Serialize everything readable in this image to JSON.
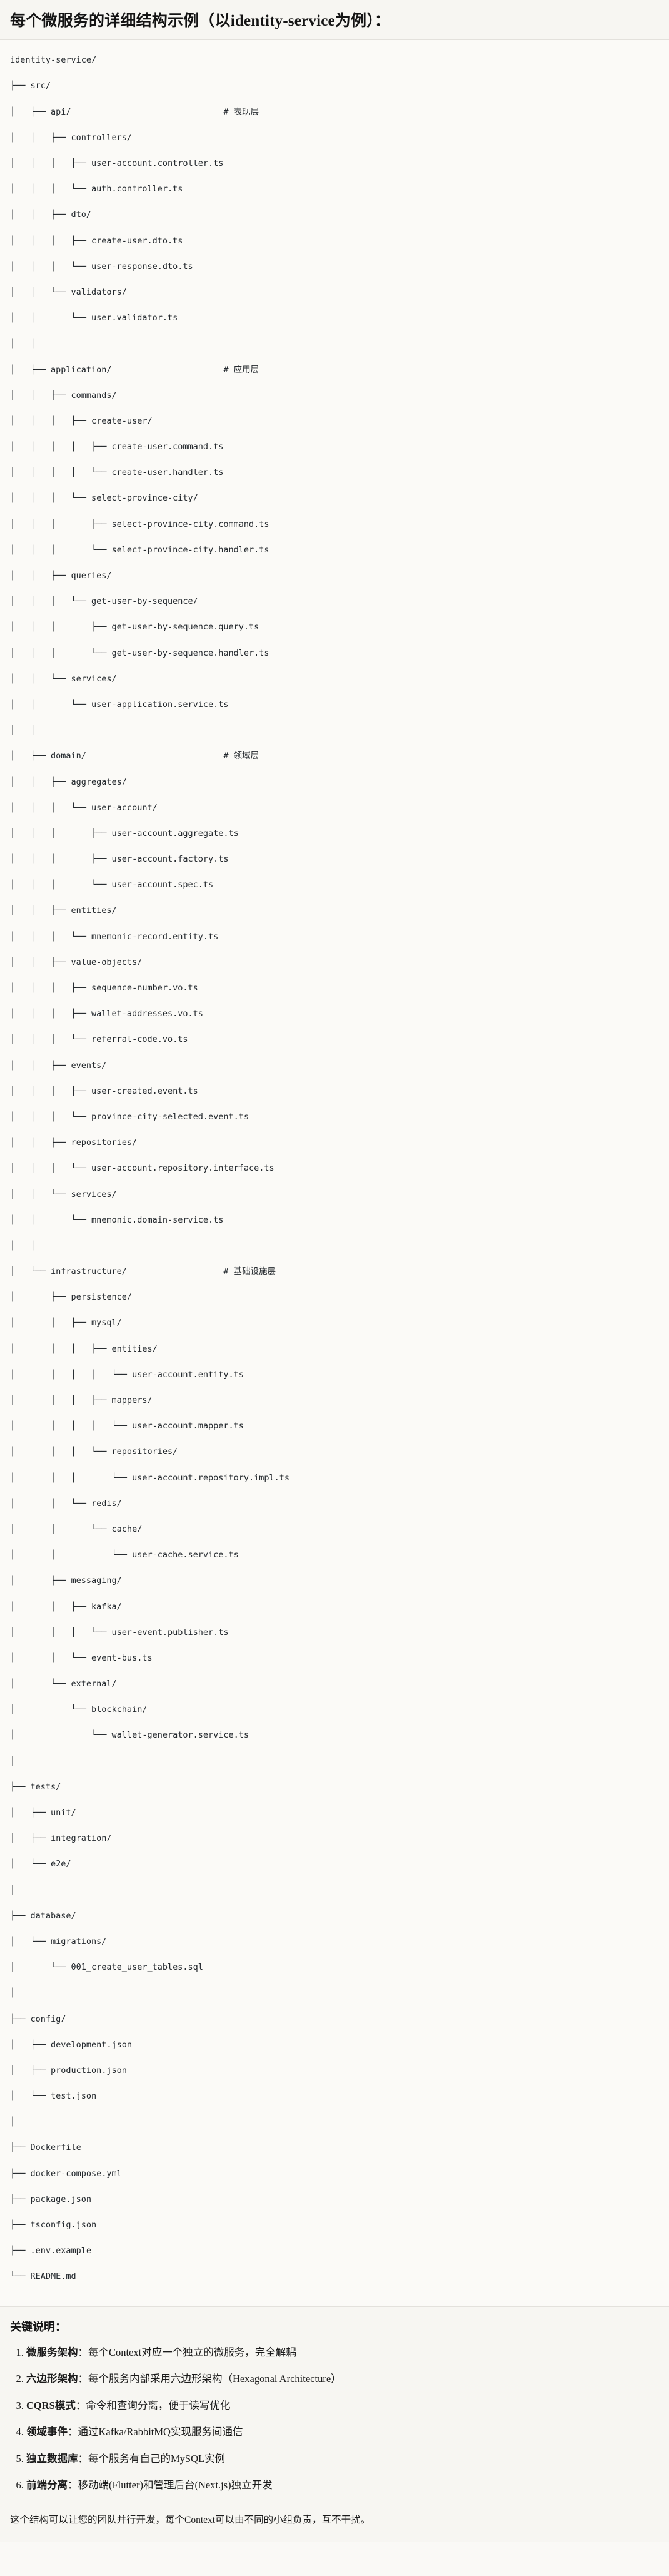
{
  "header": {
    "title": "每个微服务的详细结构示例（以identity-service为例）："
  },
  "tree": {
    "root_label": "identity-service/",
    "comment_marker": "#",
    "lines": [
      "identity-service/",
      "├── src/",
      "│   ├── api/                              # 表现层",
      "│   │   ├── controllers/",
      "│   │   │   ├── user-account.controller.ts",
      "│   │   │   └── auth.controller.ts",
      "│   │   ├── dto/",
      "│   │   │   ├── create-user.dto.ts",
      "│   │   │   └── user-response.dto.ts",
      "│   │   └── validators/",
      "│   │       └── user.validator.ts",
      "│   │",
      "│   ├── application/                      # 应用层",
      "│   │   ├── commands/",
      "│   │   │   ├── create-user/",
      "│   │   │   │   ├── create-user.command.ts",
      "│   │   │   │   └── create-user.handler.ts",
      "│   │   │   └── select-province-city/",
      "│   │   │       ├── select-province-city.command.ts",
      "│   │   │       └── select-province-city.handler.ts",
      "│   │   ├── queries/",
      "│   │   │   └── get-user-by-sequence/",
      "│   │   │       ├── get-user-by-sequence.query.ts",
      "│   │   │       └── get-user-by-sequence.handler.ts",
      "│   │   └── services/",
      "│   │       └── user-application.service.ts",
      "│   │",
      "│   ├── domain/                           # 领域层",
      "│   │   ├── aggregates/",
      "│   │   │   └── user-account/",
      "│   │   │       ├── user-account.aggregate.ts",
      "│   │   │       ├── user-account.factory.ts",
      "│   │   │       └── user-account.spec.ts",
      "│   │   ├── entities/",
      "│   │   │   └── mnemonic-record.entity.ts",
      "│   │   ├── value-objects/",
      "│   │   │   ├── sequence-number.vo.ts",
      "│   │   │   ├── wallet-addresses.vo.ts",
      "│   │   │   └── referral-code.vo.ts",
      "│   │   ├── events/",
      "│   │   │   ├── user-created.event.ts",
      "│   │   │   └── province-city-selected.event.ts",
      "│   │   ├── repositories/",
      "│   │   │   └── user-account.repository.interface.ts",
      "│   │   └── services/",
      "│   │       └── mnemonic.domain-service.ts",
      "│   │",
      "│   └── infrastructure/                   # 基础设施层",
      "│       ├── persistence/",
      "│       │   ├── mysql/",
      "│       │   │   ├── entities/",
      "│       │   │   │   └── user-account.entity.ts",
      "│       │   │   ├── mappers/",
      "│       │   │   │   └── user-account.mapper.ts",
      "│       │   │   └── repositories/",
      "│       │   │       └── user-account.repository.impl.ts",
      "│       │   └── redis/",
      "│       │       └── cache/",
      "│       │           └── user-cache.service.ts",
      "│       ├── messaging/",
      "│       │   ├── kafka/",
      "│       │   │   └── user-event.publisher.ts",
      "│       │   └── event-bus.ts",
      "│       └── external/",
      "│           └── blockchain/",
      "│               └── wallet-generator.service.ts",
      "│",
      "├── tests/",
      "│   ├── unit/",
      "│   ├── integration/",
      "│   └── e2e/",
      "│",
      "├── database/",
      "│   └── migrations/",
      "│       └── 001_create_user_tables.sql",
      "│",
      "├── config/",
      "│   ├── development.json",
      "│   ├── production.json",
      "│   └── test.json",
      "│",
      "├── Dockerfile",
      "├── docker-compose.yml",
      "├── package.json",
      "├── tsconfig.json",
      "├── .env.example",
      "└── README.md"
    ],
    "layer_comments": [
      {
        "path": "api/",
        "comment": "# 表现层"
      },
      {
        "path": "application/",
        "comment": "# 应用层"
      },
      {
        "path": "domain/",
        "comment": "# 领域层"
      },
      {
        "path": "infrastructure/",
        "comment": "# 基础设施层"
      }
    ]
  },
  "keypoints": {
    "heading": "关键说明：",
    "items": [
      {
        "term": "微服务架构",
        "sep": "：",
        "desc": "每个Context对应一个独立的微服务，完全解耦"
      },
      {
        "term": "六边形架构",
        "sep": "：",
        "desc": "每个服务内部采用六边形架构（Hexagonal Architecture）"
      },
      {
        "term": "CQRS模式",
        "sep": "：",
        "desc": "命令和查询分离，便于读写优化"
      },
      {
        "term": "领域事件",
        "sep": "：",
        "desc": "通过Kafka/RabbitMQ实现服务间通信"
      },
      {
        "term": "独立数据库",
        "sep": "：",
        "desc": "每个服务有自己的MySQL实例"
      },
      {
        "term": "前端分离",
        "sep": "：",
        "desc": "移动端(Flutter)和管理后台(Next.js)独立开发"
      }
    ]
  },
  "closing": {
    "text": "这个结构可以让您的团队并行开发，每个Context可以由不同的小组负责，互不干扰。"
  }
}
